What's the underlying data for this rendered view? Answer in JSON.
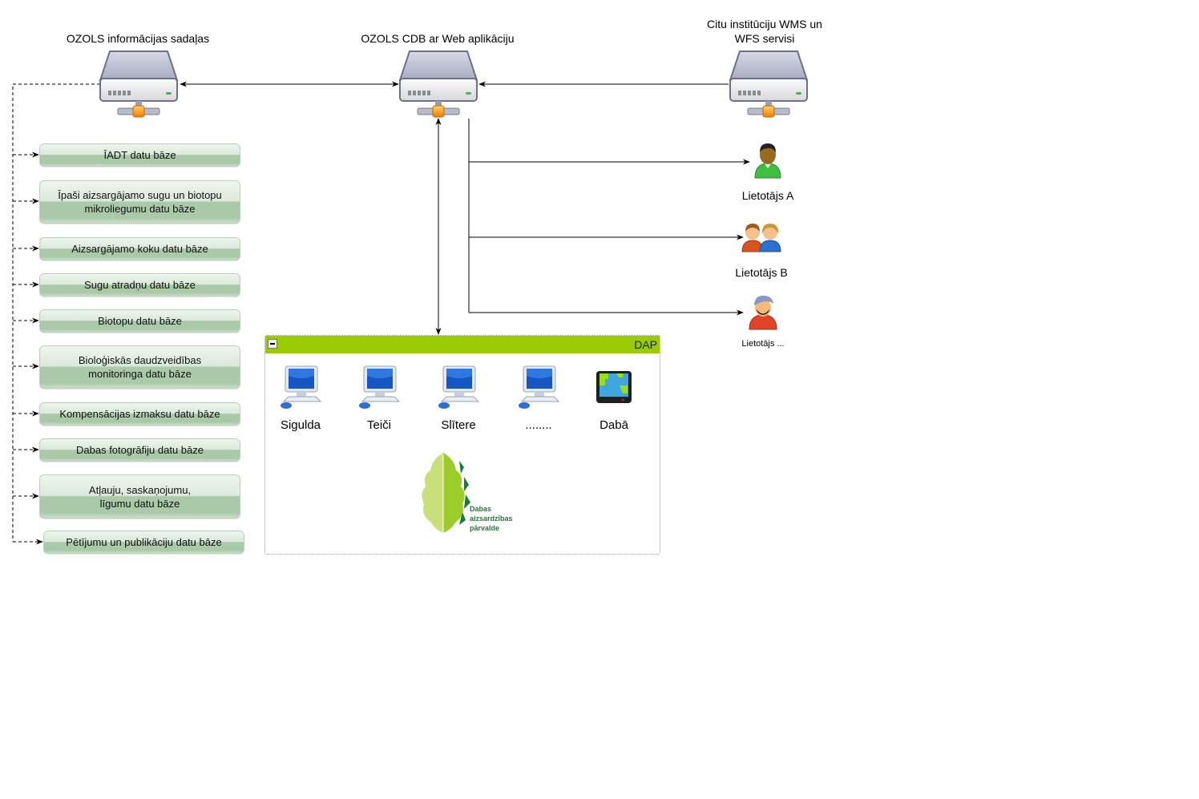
{
  "servers": {
    "info_sections": {
      "label": "OZOLS informācijas sadaļas",
      "icon": "server-icon"
    },
    "cdb": {
      "label": "OZOLS CDB ar Web aplikāciju",
      "icon": "server-icon"
    },
    "external": {
      "label_line1": "Citu institūciju WMS un",
      "label_line2": "WFS servisi",
      "icon": "server-icon"
    }
  },
  "databases": [
    {
      "line1": "ĪADT datu bāze",
      "line2": ""
    },
    {
      "line1": "Īpaši aizsargājamo sugu un biotopu",
      "line2": "mikroliegumu datu bāze"
    },
    {
      "line1": "Aizsargājamo koku datu bāze",
      "line2": ""
    },
    {
      "line1": "Sugu atradņu datu bāze",
      "line2": ""
    },
    {
      "line1": "Biotopu datu bāze",
      "line2": ""
    },
    {
      "line1": "Bioloģiskās daudzveidības",
      "line2": "monitoringa datu bāze"
    },
    {
      "line1": "Kompensācijas izmaksu datu bāze",
      "line2": ""
    },
    {
      "line1": "Dabas fotogrāfiju datu bāze",
      "line2": ""
    },
    {
      "line1": "Atļauju, saskaņojumu,",
      "line2": "līgumu datu bāze"
    },
    {
      "line1": "Pētījumu un publikāciju datu bāze",
      "line2": ""
    }
  ],
  "users": [
    {
      "label": "Lietotājs A",
      "icon": "user-green-icon"
    },
    {
      "label": "Lietotājs B",
      "icon": "user-group-icon"
    },
    {
      "label": "Lietotājs ...",
      "icon": "user-pirate-icon"
    }
  ],
  "dap": {
    "title": "DAP",
    "collapse_label": "−",
    "nodes": [
      {
        "label": "Sigulda",
        "icon": "computer-icon"
      },
      {
        "label": "Teiči",
        "icon": "computer-icon"
      },
      {
        "label": "Slītere",
        "icon": "computer-icon"
      },
      {
        "label": "........",
        "icon": "computer-icon"
      },
      {
        "label": "Dabā",
        "icon": "gps-device-icon"
      }
    ],
    "logo": {
      "line1": "Dabas",
      "line2": "aizsardzības",
      "line3": "pārvalde"
    }
  },
  "colors": {
    "dap_header": "#99cc00",
    "db_box": "#a9c9a9",
    "logo_green": "#1f7a3a"
  }
}
